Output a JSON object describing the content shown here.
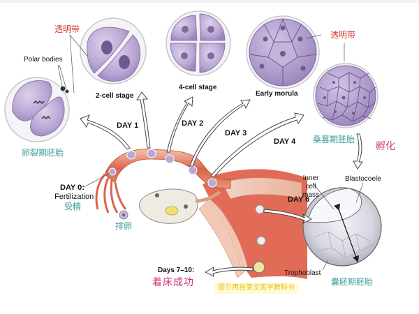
{
  "title": "Human embryo development: fertilization to implantation",
  "labels": {
    "zona_pellucida_left": "透明带",
    "zona_pellucida_right": "透明带",
    "polar_bodies": "Polar bodies",
    "stage_2cell": "2-cell stage",
    "stage_4cell": "4-cell stage",
    "stage_early_morula": "Early morula",
    "cleavage_embryo_zh": "卵裂期胚胎",
    "morula_embryo_zh": "桑葚期胚胎",
    "hatching_zh": "孵化",
    "inner_cell_mass": "Inner cell mass",
    "blastocoele": "Blastocoele",
    "trophoblast": "Trophoblast",
    "blastocyst_zh": "囊胚期胚胎",
    "ovulation_zh": "排卵"
  },
  "days": {
    "day0_title": "DAY 0:",
    "day0_sub": "Fertilization",
    "day0_zh": "受精",
    "day1": "DAY 1",
    "day2": "DAY 2",
    "day3": "DAY 3",
    "day4": "DAY 4",
    "day6": "DAY 6",
    "day7_10_title": "Days 7–10:",
    "day7_10_zh": "着床成功"
  },
  "watermark": "图引用自第文医学教科书",
  "colors": {
    "cell_fill": "#c5b3dc",
    "cell_dark": "#8e74b0",
    "zona": "#e9e6ee",
    "tube": "#e0745a",
    "tube_light": "#f2b8a0",
    "uterus": "#f0c8b4",
    "label_red": "#d63a3a",
    "label_teal": "#3a9a9a",
    "label_pink": "#d0307a"
  }
}
